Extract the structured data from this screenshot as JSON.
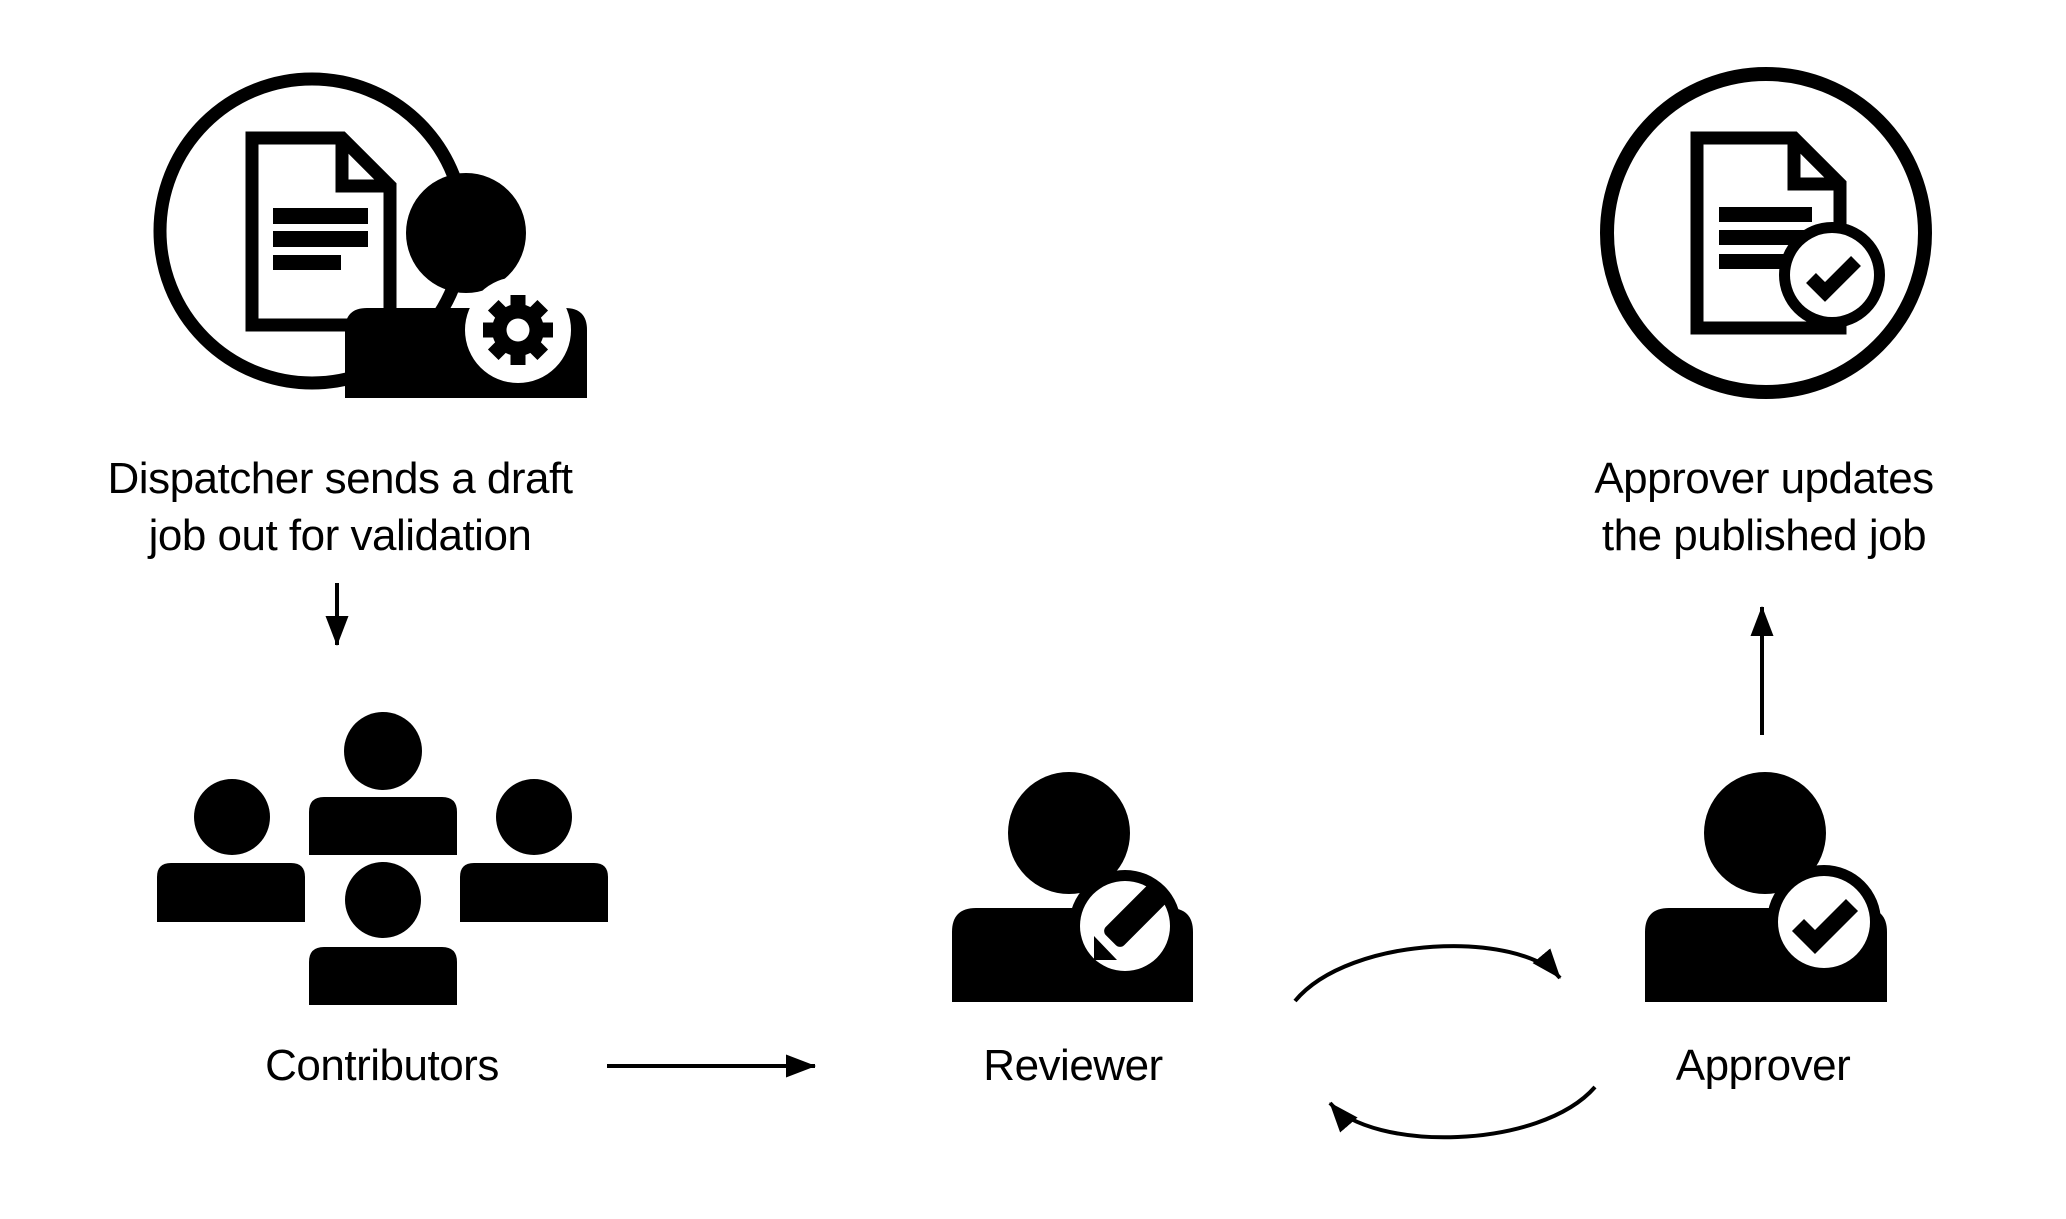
{
  "page": {
    "background": "#ffffff",
    "foreground": "#000000"
  },
  "diagram": {
    "dispatcher": {
      "caption": "Dispatcher sends a draft\njob out for validation",
      "icon": "document-user-gear-circle-icon"
    },
    "contributors": {
      "label": "Contributors",
      "icon": "user-group-icon"
    },
    "reviewer": {
      "label": "Reviewer",
      "icon": "user-pencil-badge-icon"
    },
    "approver": {
      "label": "Approver",
      "icon": "user-check-badge-icon"
    },
    "published": {
      "caption": "Approver updates\nthe published job",
      "icon": "document-check-circle-icon"
    },
    "arrows": [
      {
        "id": "dispatcher-to-contributors",
        "shape": "straight",
        "direction": "down"
      },
      {
        "id": "contributors-to-reviewer",
        "shape": "straight",
        "direction": "right"
      },
      {
        "id": "reviewer-to-approver",
        "shape": "curved",
        "direction": "right"
      },
      {
        "id": "approver-to-reviewer",
        "shape": "curved",
        "direction": "left"
      },
      {
        "id": "approver-to-published",
        "shape": "straight",
        "direction": "up"
      }
    ]
  }
}
